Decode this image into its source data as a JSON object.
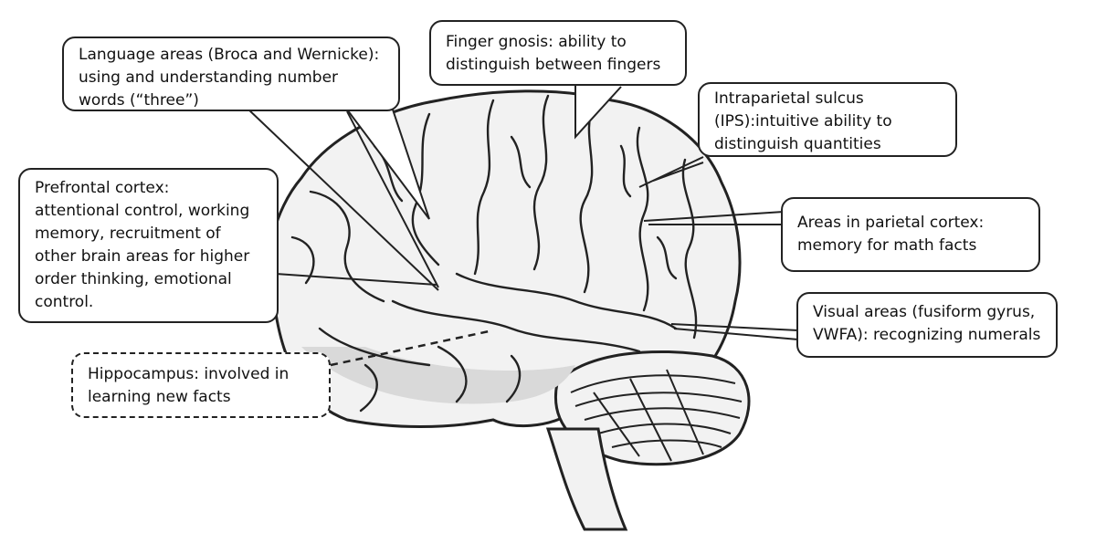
{
  "callouts": {
    "language": {
      "lines": [
        "Language areas (Broca and Wernicke):",
        "using and understanding number",
        "words (“three”)"
      ]
    },
    "finger": {
      "lines": [
        "Finger gnosis: ability to",
        "distinguish between fingers"
      ]
    },
    "ips": {
      "lines": [
        "Intraparietal sulcus",
        "(IPS):intuitive ability to",
        "distinguish quantities"
      ]
    },
    "prefrontal": {
      "lines": [
        "Prefrontal cortex:",
        "attentional control, working",
        "memory, recruitment of",
        "other brain areas for higher",
        "order thinking, emotional",
        "control."
      ]
    },
    "parietal": {
      "lines": [
        "Areas in parietal cortex:",
        "memory for math facts"
      ]
    },
    "visual": {
      "lines": [
        "Visual areas (fusiform gyrus,",
        "VWFA): recognizing numerals"
      ]
    },
    "hippocampus": {
      "lines": [
        "Hippocampus: involved in",
        "learning new facts"
      ]
    }
  },
  "colors": {
    "outline": "#222222",
    "brain_fill": "#f2f2f2",
    "shadow_fill": "#d9d9d9"
  }
}
